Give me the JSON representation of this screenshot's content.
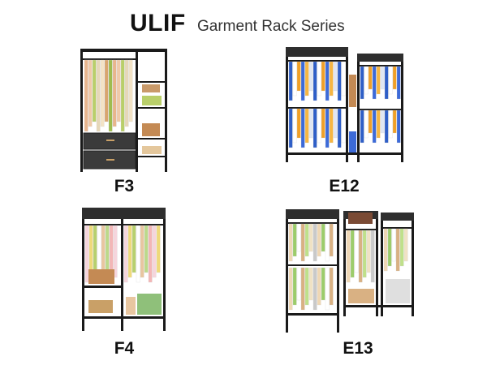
{
  "header": {
    "brand": "ULIF",
    "subtitle": "Garment Rack Series"
  },
  "products": [
    {
      "model": "F3"
    },
    {
      "model": "E12"
    },
    {
      "model": "F4"
    },
    {
      "model": "E13"
    }
  ],
  "colors": {
    "frame": "#1a1a1a",
    "shelf": "#2e2e2e",
    "drawer": "#3b3b3b",
    "clothes_f3": [
      "#e8b58d",
      "#f0c9a8",
      "#b9cf6a",
      "#e6d7b8",
      "#f3e3c6",
      "#d9a56f",
      "#9ebc4f"
    ],
    "clothes_e12": [
      "#2f5fc7",
      "#ffffff",
      "#f0a028",
      "#3c6ad8",
      "#f6b642",
      "#e0e6f2"
    ],
    "clothes_f4": [
      "#f6d5dc",
      "#efd97a",
      "#b7d06d",
      "#ffffff",
      "#e8c6a0",
      "#bcd98a",
      "#f3b6b6"
    ],
    "clothes_e13": [
      "#efd7b4",
      "#9ccc6a",
      "#ffffff",
      "#d9b183",
      "#bfe08a",
      "#f0e2c4",
      "#c9c9c9"
    ]
  }
}
